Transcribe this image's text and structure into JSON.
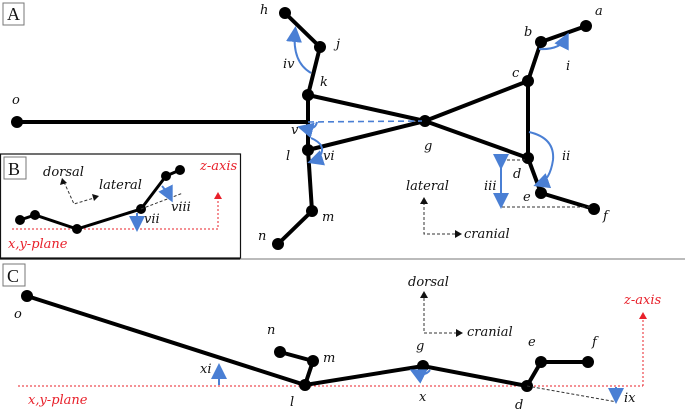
{
  "panels": {
    "A": {
      "label": "A",
      "joints": {
        "a": "a",
        "b": "b",
        "c": "c",
        "d": "d",
        "e": "e",
        "f": "f",
        "g": "g",
        "h": "h",
        "j": "j",
        "k": "k",
        "l": "l",
        "m": "m",
        "n": "n",
        "o": "o"
      },
      "angles": {
        "i": "i",
        "ii": "ii",
        "iii": "iii",
        "iv": "iv",
        "v": "v",
        "vi": "vi"
      },
      "orientation": {
        "up": "lateral",
        "right": "cranial"
      }
    },
    "B": {
      "label": "B",
      "angles": {
        "vii": "vii",
        "viii": "viii"
      },
      "orientation": {
        "up": "dorsal",
        "right": "lateral"
      },
      "axis_z": "z-axis",
      "plane": "x,y-plane"
    },
    "C": {
      "label": "C",
      "joints": {
        "o": "o",
        "n": "n",
        "m": "m",
        "l": "l",
        "g": "g",
        "d": "d",
        "e": "e",
        "f": "f"
      },
      "angles": {
        "ix": "ix",
        "x": "x",
        "xi": "xi"
      },
      "orientation": {
        "up": "dorsal",
        "right": "cranial"
      },
      "axis_z": "z-axis",
      "plane": "x,y-plane"
    }
  },
  "colors": {
    "angle": "#4a7fd4",
    "axis": "#e8202a",
    "bone": "#000000"
  }
}
